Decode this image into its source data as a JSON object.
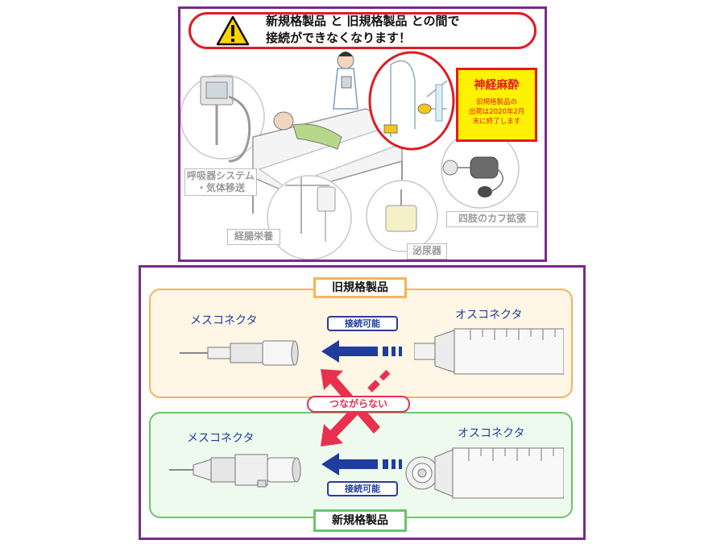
{
  "warning": {
    "line1": "新規格製品 と 旧規格製品 との間で",
    "line2": "接続ができなくなります！",
    "icon": "warning-triangle-icon"
  },
  "scene_labels": {
    "respiratory_1": "呼吸器システム",
    "respiratory_2": "・気体移送",
    "enteral": "経腸栄養",
    "urinary": "泌尿器",
    "limb": "四肢のカフ拡張"
  },
  "nerve_block": {
    "title": "神経麻酔",
    "note_1": "旧規格製品の",
    "note_2": "出荷は2020年2月",
    "note_3": "末に終了します"
  },
  "old_standard": {
    "title": "旧規格製品",
    "female_label": "メスコネクタ",
    "male_label": "オスコネクタ",
    "connectable": "接続可能"
  },
  "new_standard": {
    "title": "新規格製品",
    "female_label": "メスコネクタ",
    "male_label": "オスコネクタ",
    "connectable": "接続可能"
  },
  "incompatible": "つながらない",
  "colors": {
    "frame": "#7a2a8c",
    "warning_red": "#e11b22",
    "old_orange": "#f7b35b",
    "new_green": "#6bc46b",
    "arrow_blue": "#1f3d9c",
    "cross_pink": "#e8304f",
    "nerve_yellow": "#fff200"
  }
}
